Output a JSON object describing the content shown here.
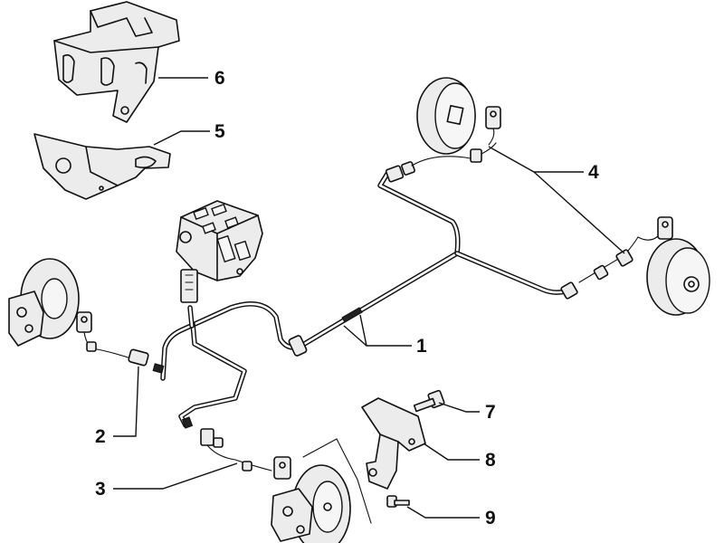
{
  "callouts": [
    {
      "id": "1",
      "label": "1"
    },
    {
      "id": "2",
      "label": "2"
    },
    {
      "id": "3",
      "label": "3"
    },
    {
      "id": "4",
      "label": "4"
    },
    {
      "id": "5",
      "label": "5"
    },
    {
      "id": "6",
      "label": "6"
    },
    {
      "id": "7",
      "label": "7"
    },
    {
      "id": "8",
      "label": "8"
    },
    {
      "id": "9",
      "label": "9"
    }
  ],
  "colors": {
    "line": "#111111",
    "fill": "#ececec",
    "background": "#ffffff"
  }
}
